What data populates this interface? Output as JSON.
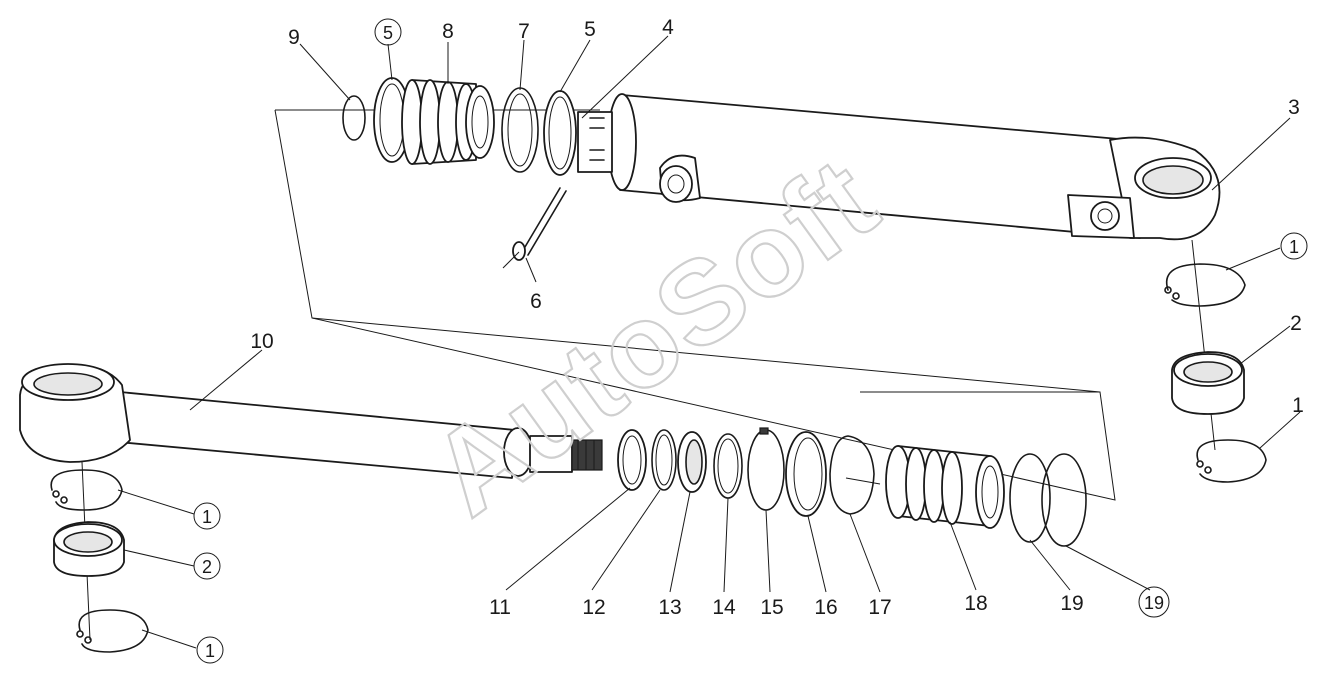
{
  "watermark": "AutoSoft",
  "callouts": {
    "c9": "9",
    "c5a": "5",
    "c8": "8",
    "c7": "7",
    "c5b": "5",
    "c4": "4",
    "c3": "3",
    "c6": "6",
    "c1a": "1",
    "c2a": "2",
    "c1b": "1",
    "c10": "10",
    "c1c": "1",
    "c2b": "2",
    "c1d": "1",
    "c11": "11",
    "c12": "12",
    "c13": "13",
    "c14": "14",
    "c15": "15",
    "c16": "16",
    "c17": "17",
    "c18": "18",
    "c19a": "19",
    "c19b": "19"
  }
}
